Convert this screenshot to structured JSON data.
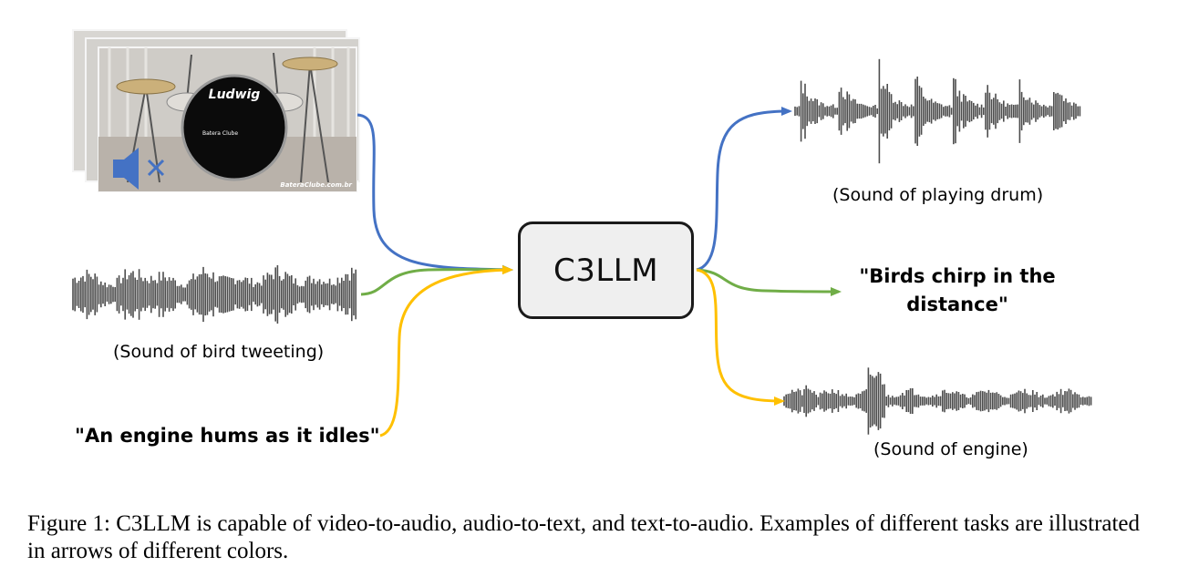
{
  "diagram": {
    "model_label": "C3LLM",
    "video_watermark": "BateraClube.com.br",
    "drum_brand": "Ludwig",
    "drum_small_text": "Batera Clube",
    "input_audio_caption": "(Sound of bird tweeting)",
    "input_text": "\"An engine hums as it idles\"",
    "output_drum_caption": "(Sound of playing drum)",
    "output_text_line1": "\"Birds chirp in the",
    "output_text_line2": "distance\"",
    "output_engine_caption": "(Sound of engine)",
    "colors": {
      "video_to_audio": "#4472c4",
      "audio_to_text": "#70ad47",
      "text_to_audio": "#ffc000",
      "waveform": "#4d4d4d",
      "box_fill": "#efefef"
    },
    "icons": [
      "muted-speaker-icon"
    ]
  },
  "caption": {
    "text": "Figure 1: C3LLM is capable of video-to-audio, audio-to-text, and text-to-audio. Examples of different tasks are illustrated in arrows of different colors."
  }
}
